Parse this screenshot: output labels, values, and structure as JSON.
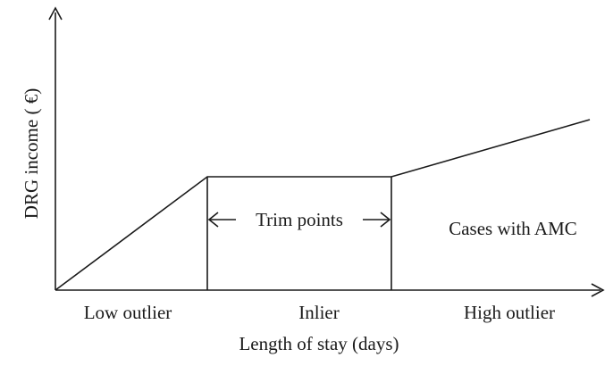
{
  "diagram": {
    "y_axis_label": "DRG income ( €)",
    "x_axis_label": "Length of stay (days)",
    "trim_points_label": "Trim points",
    "region_labels": {
      "low": "Low outlier",
      "inlier": "Inlier",
      "high": "High outlier"
    },
    "amc_label": "Cases with AMC"
  }
}
